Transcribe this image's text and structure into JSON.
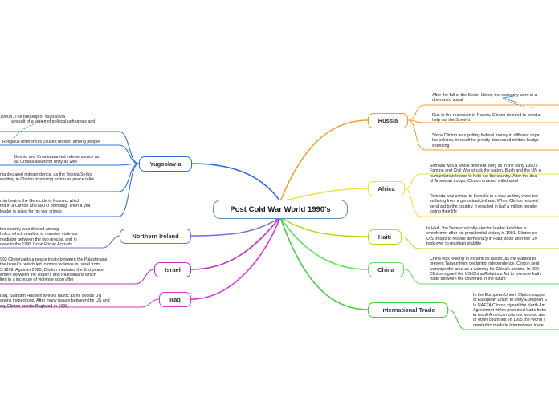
{
  "central": "Post Cold War World 1990's",
  "colors": {
    "russia": "#f0a030",
    "africa": "#f0e040",
    "haiti": "#a8e020",
    "china": "#60e060",
    "trade": "#40d040",
    "yugoslavia": "#3070e0",
    "northern_ireland": "#7070e0",
    "israel": "#c030c0",
    "iraq": "#e030d8",
    "central_border": "#5b8ec9",
    "dashed": "#4d8ed8"
  },
  "topics": {
    "russia": {
      "label": "Russia",
      "notes": [
        [
          "After the fall of the Soviet Union, the economy went in a",
          "downward spiral"
        ],
        [
          "Due to the recession in Russia, Clinton decided to send a",
          "help out the Soviet's"
        ],
        [
          "Since Clinton was putting federal money in different aspe",
          "his policies, in result he greatly decreased military budge",
          "spending"
        ]
      ]
    },
    "africa": {
      "label": "Africa",
      "notes": [
        [
          "Somalia was a whole different story as in the early 1990's",
          "Famine and Civil War struck the nation. Bush and the UN s",
          "humanitarian troops to help out the country. After the dea",
          "of American troops, Clinton ordered withdrawal"
        ],
        [
          "Rwanda was similar to Somalia in a way as they were too",
          "suffering from a genocidal civil war. When Clinton refused",
          "send aid to the country, it resulted in half a million people",
          "losing their life"
        ]
      ]
    },
    "haiti": {
      "label": "Haiti",
      "notes": [
        [
          "In Haiti, the Democratically-elected leader Aristides is",
          "overthrown after his presidential victory in 1991. Clinton se",
          "U.S troops to restore democracy in Haiti; soon after the UN",
          "took over to maintain stability"
        ]
      ]
    },
    "china": {
      "label": "China",
      "notes": [
        [
          "China was looking to expand its nation, as the wanted to",
          "prevent Taiwan from declaring independence. Clinton sent",
          "warships the area as a warning for China's actions. In 200",
          "Clinton signed the US-China Relations Act to promote furth",
          "trade between the countries in the future"
        ]
      ]
    },
    "trade": {
      "label": "International Trade",
      "notes": [
        [
          "In the European Union, Clinton suppor",
          "of European Union to unify European E",
          "In NAFTA Clinton signed the North Am",
          "Agreement which promoted trade betw",
          "in result American citizens worried abo",
          "or other countries. In 1995 the World T",
          "created to mediate international trade"
        ]
      ]
    },
    "yugoslavia": {
      "label": "Yugoslavia",
      "notes": [
        [
          "1990's, The breakup of Yugoslavia",
          "a result of a series of political upheavals and"
        ],
        [
          "Religious differences caused tension among people"
        ],
        [
          "Bosnia and Croatia wanted independence as",
          "as Croatia asked for unity as well"
        ],
        [
          "nia declared independence, as the Bosnia Serbs",
          "esulting in Clinton promising action as peace talks"
        ],
        [
          "rbia begins the Genocide in Kosovo. which",
          "ted in a Clinton and NATO bombing. Then a yea",
          "leader is jailed for his war crimes"
        ]
      ]
    },
    "northern_ireland": {
      "label": "Northern Ireland",
      "notes": [
        [
          "the country was divided among",
          "holics which resulted in massive violence.",
          "mediator between the two groups, and in",
          "eace in the 1998 Good Friday Accords"
        ]
      ]
    },
    "israel": {
      "label": "Israel",
      "notes": [
        [
          "993 Clinton aids a peace treaty between the Palestinians",
          "the Israeli's, which led to more violence in Israel from",
          "3-1999. Again in 2000, Clinton mediates the 2nd peace",
          "ement between the Israeli's and Palestinians which",
          "lted in a increase of violence soon after"
        ]
      ]
    },
    "iraq": {
      "label": "Iraq",
      "notes": [
        [
          "Iraq, Saddam Hussein wrecks havoc as he avoids UN",
          "apons inspections. After many issues between the US and",
          "aq, Clinton bombs Baghdad in 1998,"
        ]
      ]
    }
  }
}
